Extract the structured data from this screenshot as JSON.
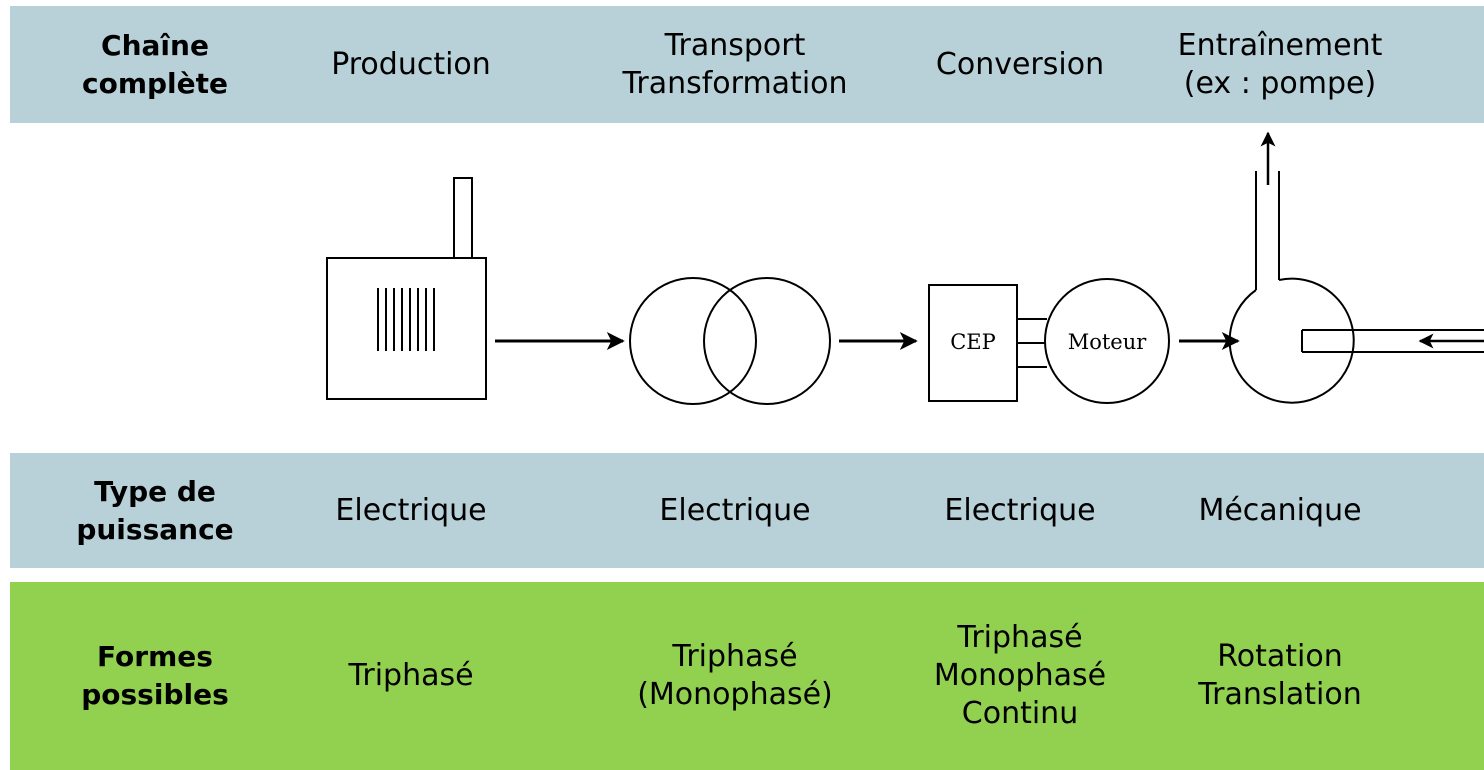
{
  "header": {
    "row_label": [
      "Chaîne",
      "complète"
    ],
    "stages": [
      [
        "Production"
      ],
      [
        "Transport",
        "Transformation"
      ],
      [
        "Conversion"
      ],
      [
        "Entraînement",
        "(ex : pompe)"
      ]
    ]
  },
  "diagram": {
    "cep_label": "CEP",
    "motor_label": "Moteur"
  },
  "power_type": {
    "row_label": [
      "Type de",
      "puissance"
    ],
    "values": [
      "Electrique",
      "Electrique",
      "Electrique",
      "Mécanique"
    ]
  },
  "forms": {
    "row_label": [
      "Formes",
      "possibles"
    ],
    "values": [
      [
        "Triphasé"
      ],
      [
        "Triphasé",
        "(Monophasé)"
      ],
      [
        "Triphasé",
        "Monophasé",
        "Continu"
      ],
      [
        "Rotation",
        "Translation"
      ]
    ]
  },
  "colors": {
    "band_blue": "#b8d1d8",
    "band_green": "#92d050"
  }
}
